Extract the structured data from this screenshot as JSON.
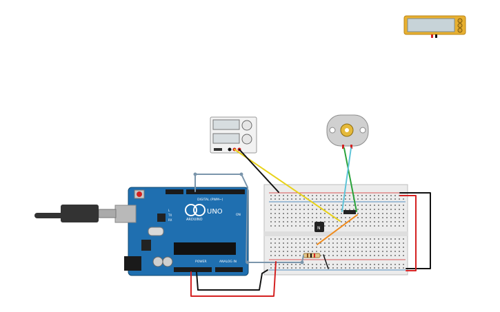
{
  "arduino": {
    "model_label": "UNO",
    "brand_label": "ARDUINO",
    "digital_label": "DIGITAL (PWM~)",
    "power_label": "POWER",
    "analog_label": "ANALOG IN",
    "on_label": "ON",
    "tx_label": "TX",
    "rx_label": "RX",
    "l_label": "L"
  },
  "transistor": {
    "label": "N"
  },
  "colors": {
    "board_blue": "#1f6fb0",
    "breadboard": "#ececec",
    "wire_black": "#111111",
    "wire_red": "#d42020",
    "wire_yellow": "#e8d21a",
    "wire_orange": "#f08a1a",
    "wire_green": "#2aa33a",
    "wire_cyan": "#5ec4d8",
    "wire_gray": "#7a95ab",
    "multimeter": "#e8b030",
    "usb_cable": "#333333"
  }
}
